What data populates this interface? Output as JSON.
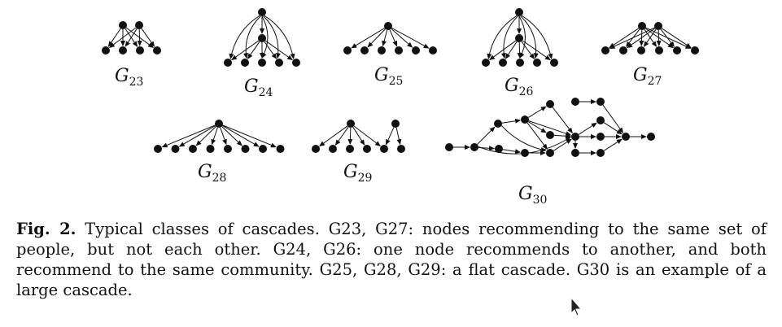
{
  "figure": {
    "labels": [
      {
        "id": "g23",
        "letter": "G",
        "sub": "23"
      },
      {
        "id": "g24",
        "letter": "G",
        "sub": "24"
      },
      {
        "id": "g25",
        "letter": "G",
        "sub": "25"
      },
      {
        "id": "g26",
        "letter": "G",
        "sub": "26"
      },
      {
        "id": "g27",
        "letter": "G",
        "sub": "27"
      },
      {
        "id": "g28",
        "letter": "G",
        "sub": "28"
      },
      {
        "id": "g29",
        "letter": "G",
        "sub": "29"
      },
      {
        "id": "g30",
        "letter": "G",
        "sub": "30"
      }
    ]
  },
  "caption": {
    "label": "Fig. 2.",
    "text": "Typical classes of cascades. G23, G27: nodes recommending to the same set of people, but not each other. G24, G26: one node recommends to another, and both recommend to the same community. G25, G28, G29: a flat cascade. G30 is an example of a large cascade."
  },
  "colors": {
    "ink": "#111111",
    "background": "#ffffff"
  }
}
